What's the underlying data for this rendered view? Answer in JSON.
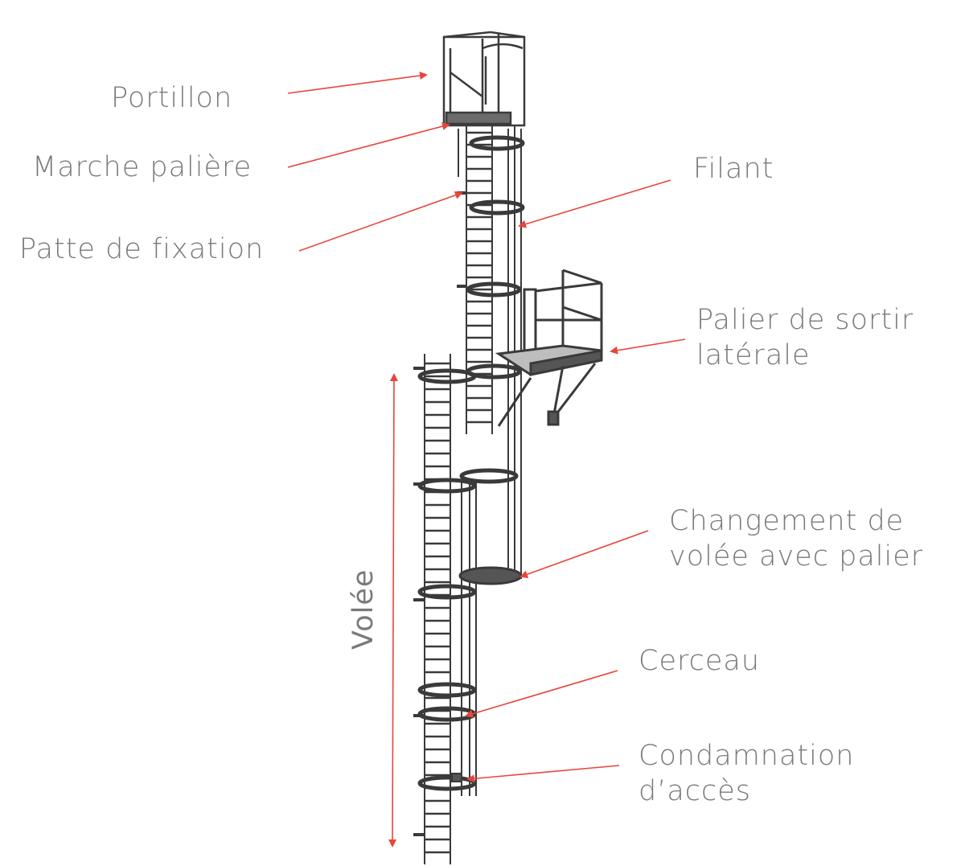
{
  "labels": {
    "portillon": "Portillon",
    "marche_paliere": "Marche palière",
    "patte_de_fixation": "Patte de fixation",
    "filant": "Filant",
    "palier_sortie_line1": "Palier de sortir",
    "palier_sortie_line2": "latérale",
    "changement_line1": "Changement de",
    "changement_line2": "volée avec palier",
    "cerceau": "Cerceau",
    "condamnation_line1": "Condamnation",
    "condamnation_line2": "d’accès",
    "volee": "Volée"
  },
  "colors": {
    "arrow": "#e8453c",
    "label_text": "#7a7a7a",
    "metal_stroke": "#3a3a3a",
    "platform_fill": "#555555"
  }
}
